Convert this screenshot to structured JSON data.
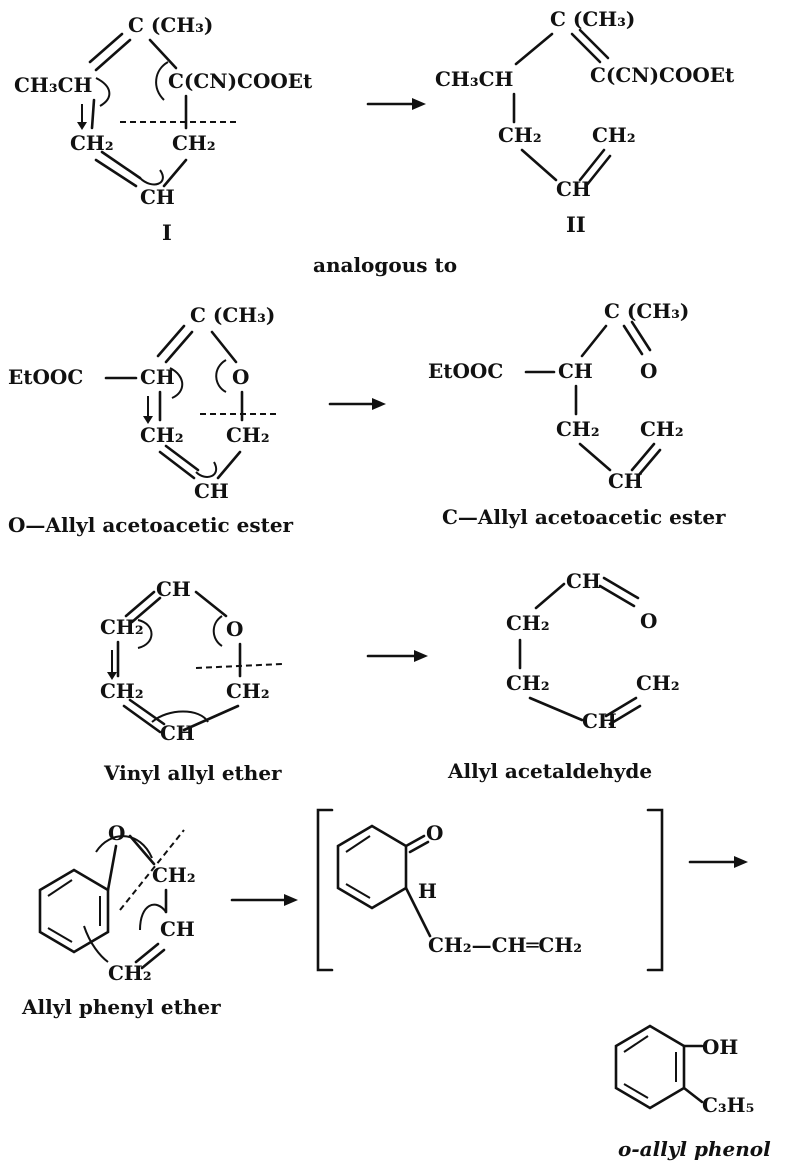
{
  "rows": {
    "r1": {
      "left": {
        "c_top": "C (CH₃)",
        "ch3ch": "CH₃CH",
        "c_cn": "C(CN)COOEt",
        "ch2_left": "CH₂",
        "ch2_right": "CH₂",
        "ch_bottom": "CH",
        "label": "I"
      },
      "right": {
        "c_top": "C (CH₃)",
        "ch3ch": "CH₃CH",
        "c_cn": "C(CN)COOEt",
        "ch2_left": "CH₂",
        "ch2_right": "CH₂",
        "ch_bottom": "CH",
        "label": "II"
      }
    },
    "analogous": "analogous to",
    "r2": {
      "left": {
        "c_top": "C (CH₃)",
        "etooc": "EtOOC",
        "ch": "CH",
        "o": "O",
        "ch2_left": "CH₂",
        "ch2_right": "CH₂",
        "ch_bottom": "CH",
        "caption": "O—Allyl acetoacetic ester"
      },
      "right": {
        "c_top": "C (CH₃)",
        "etooc": "EtOOC",
        "ch": "CH",
        "o": "O",
        "ch2_left": "CH₂",
        "ch2_right": "CH₂",
        "ch_bottom": "CH",
        "caption": "C—Allyl acetoacetic ester"
      }
    },
    "r3": {
      "left": {
        "ch_top": "CH",
        "ch2_a": "CH₂",
        "o": "O",
        "ch2_b": "CH₂",
        "ch2_c": "CH₂",
        "ch_bottom": "CH",
        "caption": "Vinyl allyl ether"
      },
      "right": {
        "ch_top": "CH",
        "o": "O",
        "ch2_a": "CH₂",
        "ch2_b": "CH₂",
        "ch2_c": "CH₂",
        "ch_bottom": "CH",
        "caption": "Allyl acetaldehyde"
      }
    },
    "r4": {
      "left": {
        "o": "O",
        "ch2_top": "CH₂",
        "ch": "CH",
        "ch2_bottom": "CH₂",
        "caption": "Allyl phenyl ether"
      },
      "middle": {
        "o": "O",
        "h": "H",
        "chain": "CH₂—CH═CH₂"
      }
    },
    "r5": {
      "oh": "OH",
      "c3h5": "C₃H₅",
      "caption": "o-allyl phenol"
    }
  }
}
